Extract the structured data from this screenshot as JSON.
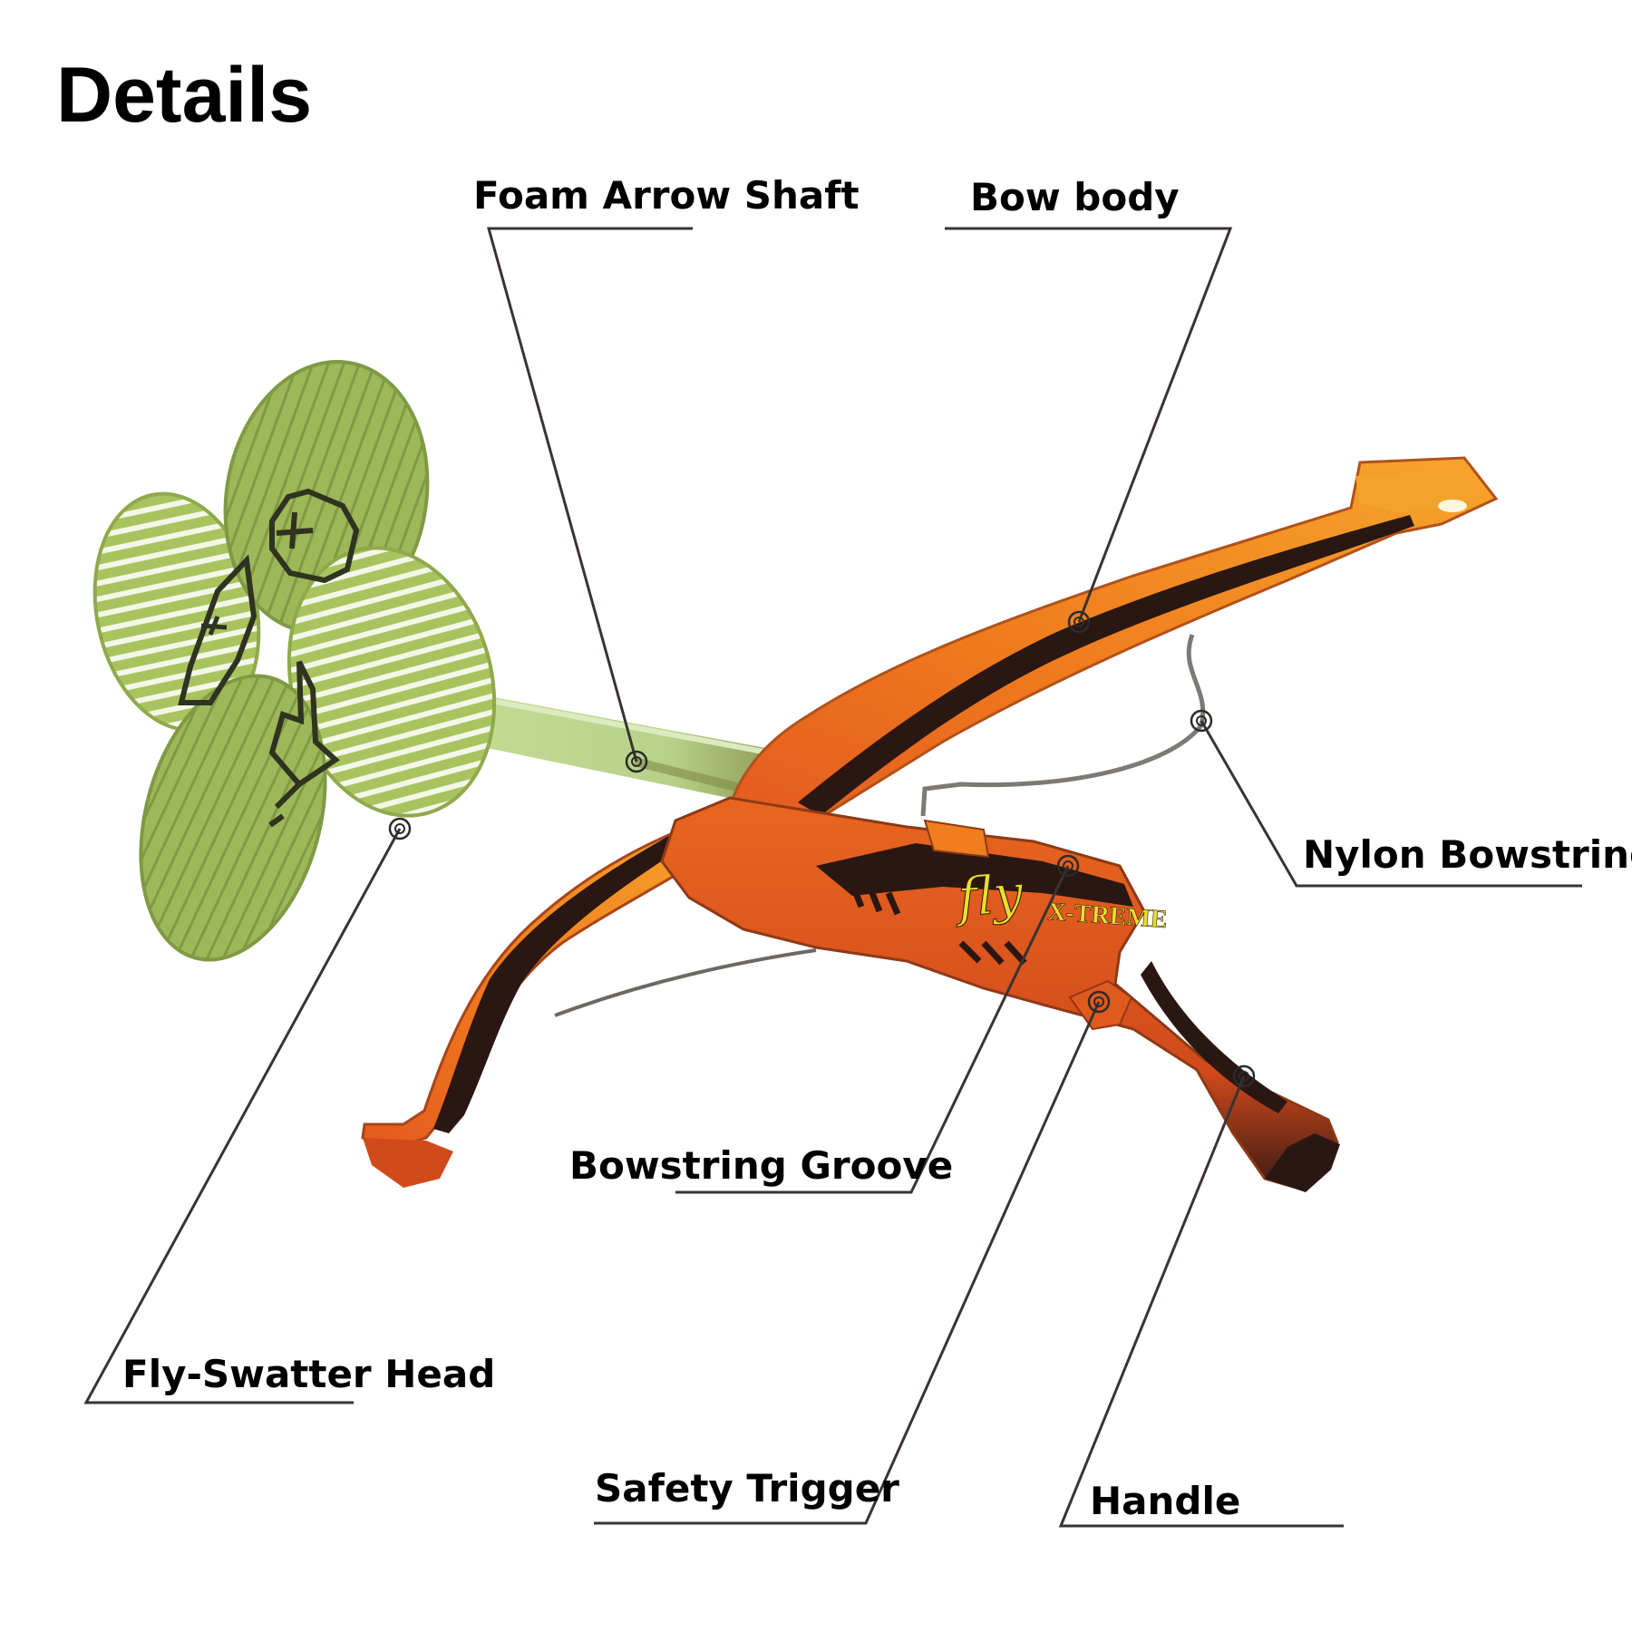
{
  "title": "Details",
  "logo": {
    "script": "fly",
    "word": "X-TREME"
  },
  "callouts": [
    {
      "id": "foam-arrow-shaft",
      "label": "Foam Arrow Shaft"
    },
    {
      "id": "bow-body",
      "label": "Bow body"
    },
    {
      "id": "nylon-bowstring",
      "label": "Nylon Bowstring"
    },
    {
      "id": "bowstring-groove",
      "label": "Bowstring Groove"
    },
    {
      "id": "fly-swatter-head",
      "label": "Fly-Swatter Head"
    },
    {
      "id": "safety-trigger",
      "label": "Safety Trigger"
    },
    {
      "id": "handle",
      "label": "Handle"
    }
  ],
  "colors": {
    "swatter_green": "#a3bb5c",
    "shaft_green": "#c2dc92",
    "bow_orange": "#f08c1e",
    "bow_dark": "#2a1713",
    "leader_line": "#3a3334",
    "logo_yellow": "#e9df2a"
  }
}
